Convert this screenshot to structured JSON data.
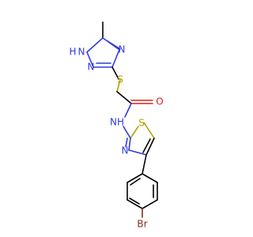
{
  "atoms": {
    "nh_triazole": "H",
    "n1_triazole": "N",
    "n_triazole_upper": "N",
    "n_triazole_lower": "N",
    "sulfur_thioether": "S",
    "oxygen": "O",
    "nh_amide": "NH",
    "sulfur_thiazole": "S",
    "n_thiazole": "N",
    "bromine": "Br"
  },
  "colors": {
    "nitrogen": "#2f3bd8",
    "sulfur": "#b5a100",
    "oxygen": "#e31b1b",
    "bromine": "#8b2c17",
    "carbon": "#000000"
  }
}
